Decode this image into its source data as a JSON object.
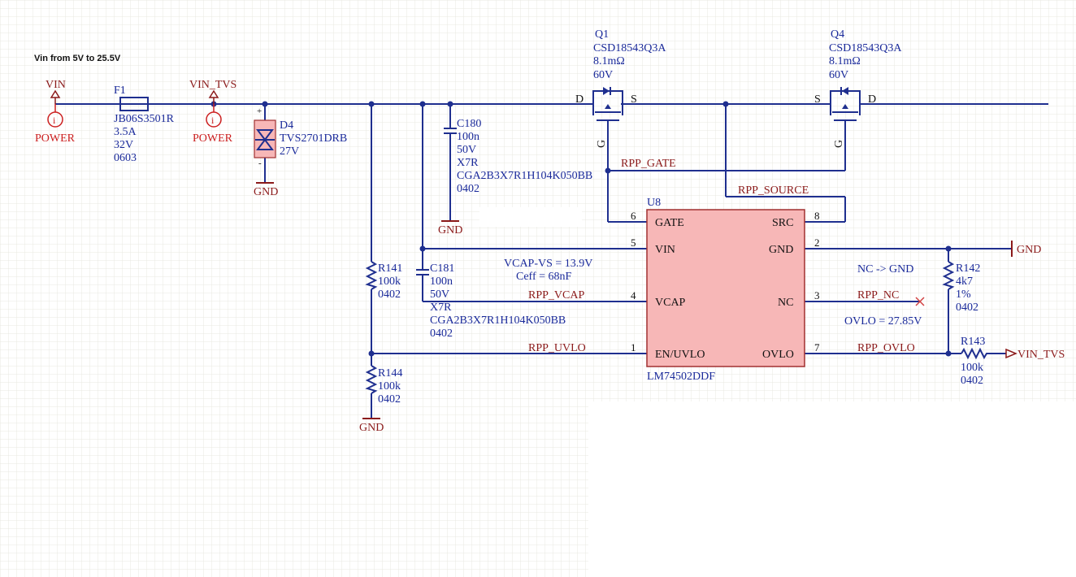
{
  "note": "Vin from 5V to 25.5V",
  "colors": {
    "wire": "#1f2f8f",
    "ic_fill": "#f7b7b7",
    "net_label": "#8b1a1a",
    "power_port": "#cc2020",
    "grid": "#e8e8e2"
  },
  "ports": {
    "vin": "VIN",
    "vin_type": "POWER",
    "vin_tvs": "VIN_TVS",
    "vin_tvs_type": "POWER",
    "vin_tvs_out": "VIN_TVS"
  },
  "gnd_label": "GND",
  "f1": {
    "ref": "F1",
    "part": "JB06S3501R",
    "current": "3.5A",
    "voltage": "32V",
    "size": "0603"
  },
  "d4": {
    "ref": "D4",
    "part": "TVS2701DRB",
    "voltage": "27V",
    "plus": "+",
    "minus": "-"
  },
  "c180": {
    "ref": "C180",
    "value": "100n",
    "voltage": "50V",
    "dielectric": "X7R",
    "part": "CGA2B3X7R1H104K050BB",
    "size": "0402"
  },
  "c181": {
    "ref": "C181",
    "value": "100n",
    "voltage": "50V",
    "dielectric": "X7R",
    "part": "CGA2B3X7R1H104K050BB",
    "size": "0402"
  },
  "r141": {
    "ref": "R141",
    "value": "100k",
    "size": "0402"
  },
  "r144": {
    "ref": "R144",
    "value": "100k",
    "size": "0402"
  },
  "r142": {
    "ref": "R142",
    "value": "4k7",
    "tol": "1%",
    "size": "0402"
  },
  "r143": {
    "ref": "R143",
    "value": "100k",
    "size": "0402"
  },
  "q1": {
    "ref": "Q1",
    "part": "CSD18543Q3A",
    "rds": "8.1mΩ",
    "voltage": "60V",
    "d": "D",
    "s": "S",
    "g": "G"
  },
  "q4": {
    "ref": "Q4",
    "part": "CSD18543Q3A",
    "rds": "8.1mΩ",
    "voltage": "60V",
    "d": "D",
    "s": "S",
    "g": "G"
  },
  "u8": {
    "ref": "U8",
    "part": "LM74502DDF",
    "pins_left": [
      {
        "num": "6",
        "name": "GATE"
      },
      {
        "num": "5",
        "name": "VIN"
      },
      {
        "num": "4",
        "name": "VCAP"
      },
      {
        "num": "1",
        "name": "EN/UVLO"
      }
    ],
    "pins_right": [
      {
        "num": "8",
        "name": "SRC"
      },
      {
        "num": "2",
        "name": "GND"
      },
      {
        "num": "3",
        "name": "NC"
      },
      {
        "num": "7",
        "name": "OVLO"
      }
    ]
  },
  "nets": {
    "rpp_gate": "RPP_GATE",
    "rpp_source": "RPP_SOURCE",
    "rpp_vcap": "RPP_VCAP",
    "rpp_uvlo": "RPP_UVLO",
    "rpp_nc": "RPP_NC",
    "rpp_ovlo": "RPP_OVLO"
  },
  "annotations": {
    "vcap_vs": "VCAP-VS = 13.9V",
    "ceff": "Ceff = 68nF",
    "nc_gnd": "NC -> GND",
    "ovlo": "OVLO = 27.85V"
  }
}
